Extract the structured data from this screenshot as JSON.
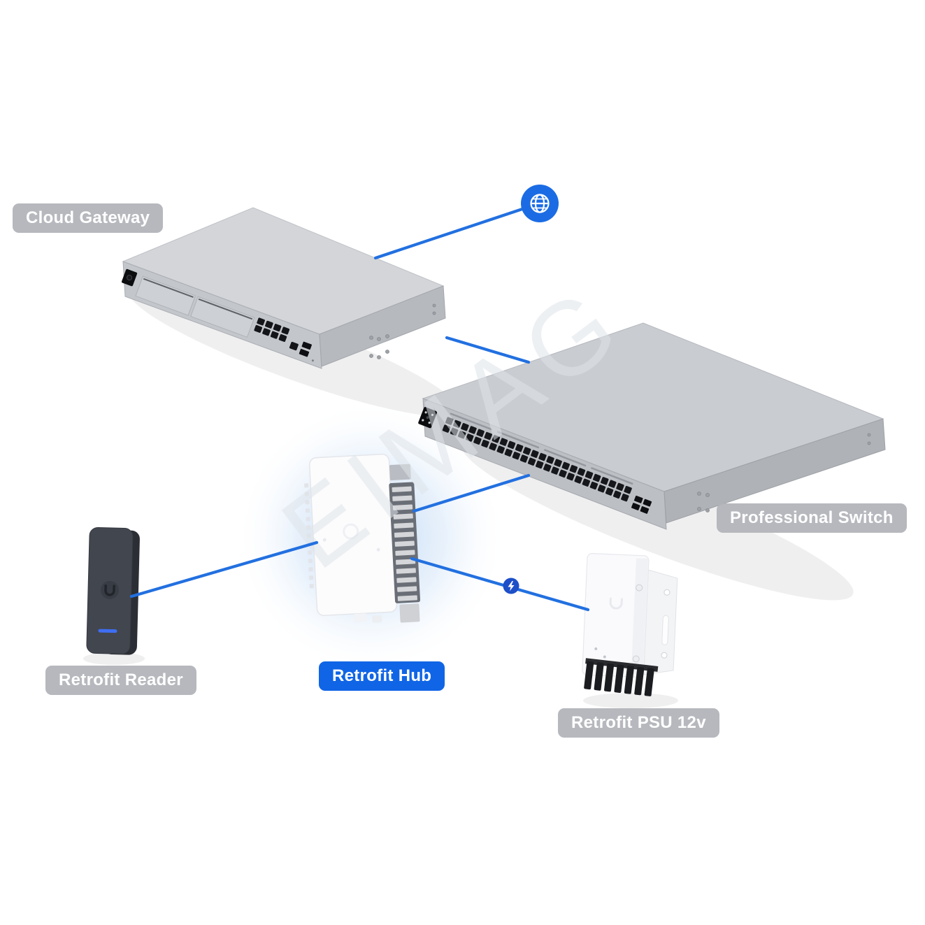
{
  "diagram": {
    "watermark": "EIMAG",
    "nodes": [
      {
        "id": "internet",
        "icon": "globe-icon"
      },
      {
        "id": "cloud-gateway",
        "label": "Cloud Gateway",
        "badge": "gray"
      },
      {
        "id": "professional-switch",
        "label": "Professional Switch",
        "badge": "gray"
      },
      {
        "id": "retrofit-hub",
        "label": "Retrofit Hub",
        "badge": "blue"
      },
      {
        "id": "retrofit-reader",
        "label": "Retrofit Reader",
        "badge": "gray"
      },
      {
        "id": "retrofit-psu",
        "label": "Retrofit PSU 12v",
        "badge": "gray"
      }
    ],
    "connections": [
      {
        "from": "internet",
        "to": "cloud-gateway"
      },
      {
        "from": "cloud-gateway",
        "to": "professional-switch"
      },
      {
        "from": "professional-switch",
        "to": "retrofit-hub"
      },
      {
        "from": "retrofit-reader",
        "to": "retrofit-hub"
      },
      {
        "from": "retrofit-hub",
        "to": "retrofit-psu",
        "icon": "lightning-icon"
      }
    ],
    "colors": {
      "accent_blue": "#1b6ce4",
      "line_blue": "#2270e0",
      "badge_gray": "#b5b6ba",
      "badge_blue": "#1065e6",
      "power_icon_blue": "#1d4fc8"
    }
  }
}
